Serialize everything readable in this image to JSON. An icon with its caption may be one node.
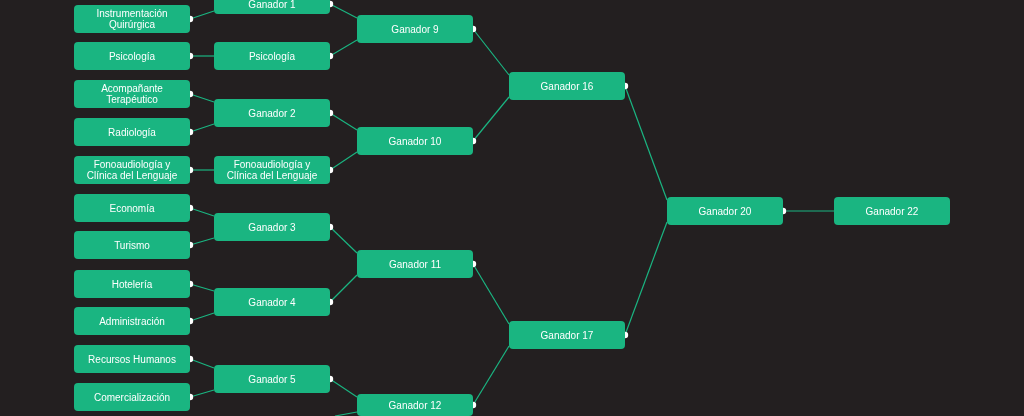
{
  "diagram": {
    "nodes": [
      {
        "text": [
          "Instrumentación Quirúrgica"
        ]
      },
      {
        "text": [
          "Psicología"
        ]
      },
      {
        "text": [
          "Acompañante Terapéutico"
        ]
      },
      {
        "text": [
          "Radiología"
        ]
      },
      {
        "text": [
          "Fonoaudiología y Clínica del Lenguaje"
        ]
      },
      {
        "text": [
          "Economía"
        ]
      },
      {
        "text": [
          "Turismo"
        ]
      },
      {
        "text": [
          "Hotelería"
        ]
      },
      {
        "text": [
          "Administración"
        ]
      },
      {
        "text": [
          "Recursos Humanos"
        ]
      },
      {
        "text": [
          "Comercialización"
        ]
      },
      {
        "text": [
          "Ganador 1"
        ]
      },
      {
        "text": [
          "Psicología"
        ]
      },
      {
        "text": [
          "Ganador 2"
        ]
      },
      {
        "text": [
          "Fonoaudiología y Clínica del Lenguaje"
        ]
      },
      {
        "text": [
          "Ganador 3"
        ]
      },
      {
        "text": [
          "Ganador 4"
        ]
      },
      {
        "text": [
          "Ganador 5"
        ]
      },
      {
        "text": [
          "Ganador 9"
        ]
      },
      {
        "text": [
          "Ganador 10"
        ]
      },
      {
        "text": [
          "Ganador 11"
        ]
      },
      {
        "text": [
          "Ganador 12"
        ]
      },
      {
        "text": [
          "Ganador 16"
        ]
      },
      {
        "text": [
          "Ganador 17"
        ]
      },
      {
        "text": [
          "Ganador 20"
        ]
      },
      {
        "text": [
          "Ganador 22"
        ]
      }
    ],
    "edges": [
      {
        "from": 0,
        "to": 11,
        "arrow": "other"
      },
      {
        "from": 1,
        "to": 12,
        "arrow": "other"
      },
      {
        "from": 2,
        "to": 13,
        "arrow": "other"
      },
      {
        "from": 3,
        "to": 13,
        "arrow": "other"
      },
      {
        "from": 4,
        "to": 14,
        "arrow": "other"
      },
      {
        "from": 5,
        "to": 15,
        "arrow": "other"
      },
      {
        "from": 6,
        "to": 15,
        "arrow": "other"
      },
      {
        "from": 7,
        "to": 16,
        "arrow": "other"
      },
      {
        "from": 8,
        "to": 16,
        "arrow": "other"
      },
      {
        "from": 9,
        "to": 17,
        "arrow": "other"
      },
      {
        "from": 10,
        "to": 17,
        "arrow": "other"
      },
      {
        "from": 11,
        "to": 18,
        "arrow": "other"
      },
      {
        "from": 12,
        "to": 18,
        "arrow": "other"
      },
      {
        "from": 13,
        "to": 19,
        "arrow": "other"
      },
      {
        "from": 14,
        "to": 19,
        "arrow": "other"
      },
      {
        "from": 15,
        "to": 20,
        "arrow": "other"
      },
      {
        "from": 16,
        "to": 20,
        "arrow": "other"
      },
      {
        "from": 17,
        "to": 21,
        "arrow": "other"
      },
      {
        "from": null,
        "to": 21,
        "arrow": "none"
      },
      {
        "from": 18,
        "to": 22,
        "arrow": "other"
      },
      {
        "from": 19,
        "to": 22,
        "arrow": "other"
      },
      {
        "from": 20,
        "to": 23,
        "arrow": "other"
      },
      {
        "from": 21,
        "to": 23,
        "arrow": "other"
      },
      {
        "from": 22,
        "to": 24,
        "arrow": "other"
      },
      {
        "from": 23,
        "to": 24,
        "arrow": "other"
      },
      {
        "from": 24,
        "to": 25,
        "arrow": "other"
      }
    ]
  }
}
